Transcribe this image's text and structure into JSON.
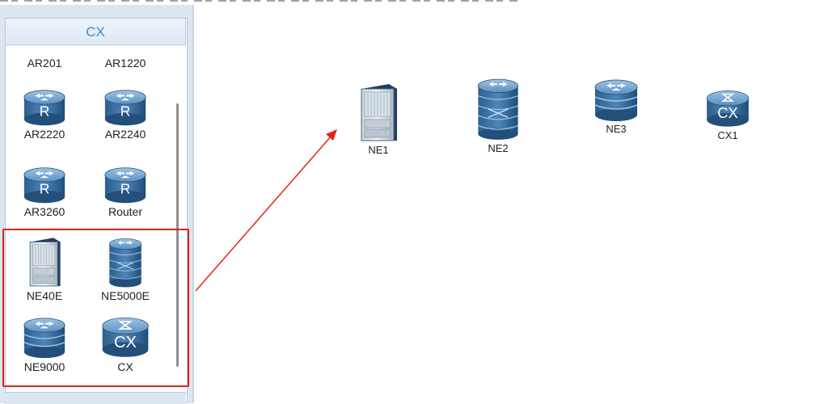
{
  "palette": {
    "title": "CX",
    "items": [
      {
        "label": "AR201",
        "icon": "none"
      },
      {
        "label": "AR1220",
        "icon": "none"
      },
      {
        "label": "AR2220",
        "icon": "router-icon"
      },
      {
        "label": "AR2240",
        "icon": "router-icon"
      },
      {
        "label": "AR3260",
        "icon": "router-icon"
      },
      {
        "label": "Router",
        "icon": "router-icon"
      },
      {
        "label": "NE40E",
        "icon": "chassis-icon"
      },
      {
        "label": "NE5000E",
        "icon": "cluster-router-icon"
      },
      {
        "label": "NE9000",
        "icon": "stacked-router-icon"
      },
      {
        "label": "CX",
        "icon": "cx-switch-icon"
      }
    ]
  },
  "canvas": {
    "devices": [
      {
        "label": "NE1",
        "icon": "chassis-icon"
      },
      {
        "label": "NE2",
        "icon": "cluster-router-icon"
      },
      {
        "label": "NE3",
        "icon": "stacked-router-icon"
      },
      {
        "label": "CX1",
        "icon": "cx-switch-icon"
      }
    ]
  },
  "colors": {
    "highlight": "#e0231b",
    "arrow": "#e0231b",
    "device_dark": "#1f4f7a",
    "device_light": "#6fa3cf",
    "header_text": "#4a86c8"
  }
}
